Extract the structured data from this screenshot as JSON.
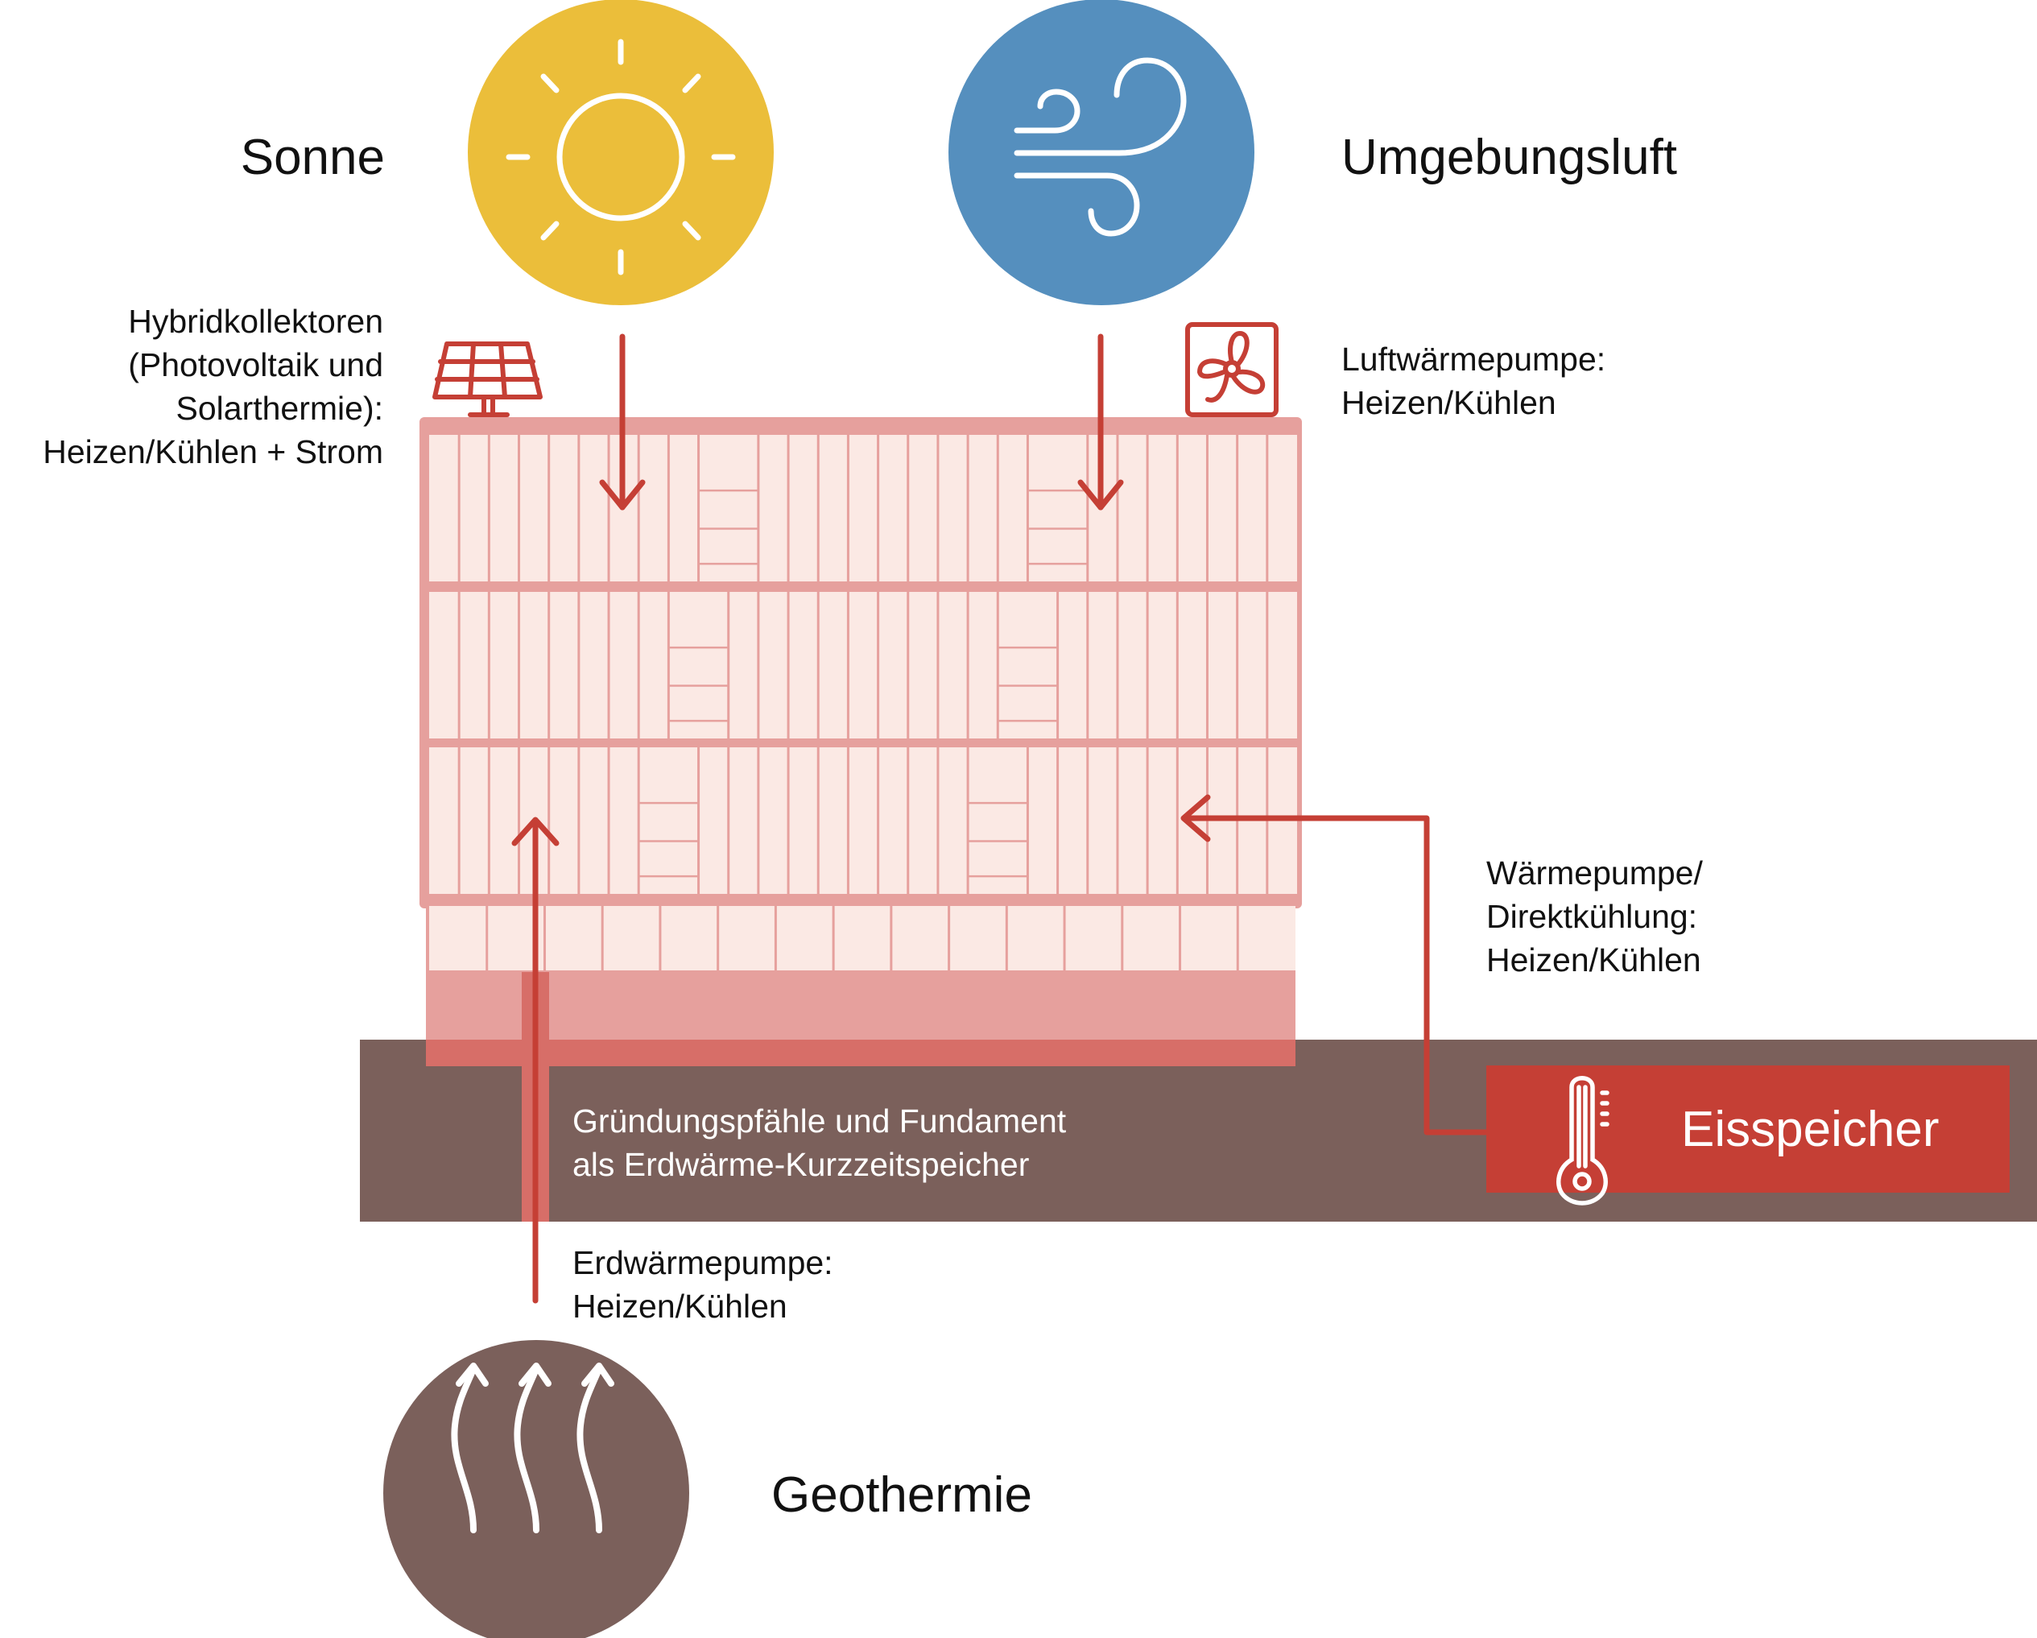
{
  "colors": {
    "sun": "#EBBE3A",
    "air": "#558FBE",
    "earth": "#7B605B",
    "building_dark": "#E6A09D",
    "building_light": "#FBE9E4",
    "building_base": "#D76E68",
    "accent_red": "#C53F35",
    "white": "#FFFFFF"
  },
  "sources": {
    "sun": {
      "label": "Sonne",
      "icon": "sun-icon"
    },
    "air": {
      "label": "Umgebungsluft",
      "icon": "wind-icon"
    },
    "geo": {
      "label": "Geothermie",
      "icon": "rising-heat-arrows-icon"
    }
  },
  "annotations": {
    "hybrid": {
      "icon": "solar-panel-icon",
      "lines": [
        "Hybridkollektoren",
        "(Photovoltaik und",
        "Solarthermie):",
        "Heizen/Kühlen + Strom"
      ]
    },
    "air_pump": {
      "icon": "fan-icon",
      "lines": [
        "Luftwärmepumpe:",
        "Heizen/Kühlen"
      ]
    },
    "ice_pump": {
      "lines": [
        "Wärmepumpe/",
        "Direktkühlung:",
        "Heizen/Kühlen"
      ]
    },
    "foundation": {
      "lines": [
        "Gründungspfähle und Fundament",
        "als Erdwärme-Kurzzeitspeicher"
      ]
    },
    "geo_pump": {
      "lines": [
        "Erdwärmepumpe:",
        "Heizen/Kühlen"
      ]
    }
  },
  "storage": {
    "label": "Eisspeicher",
    "icon": "thermometer-icon"
  }
}
